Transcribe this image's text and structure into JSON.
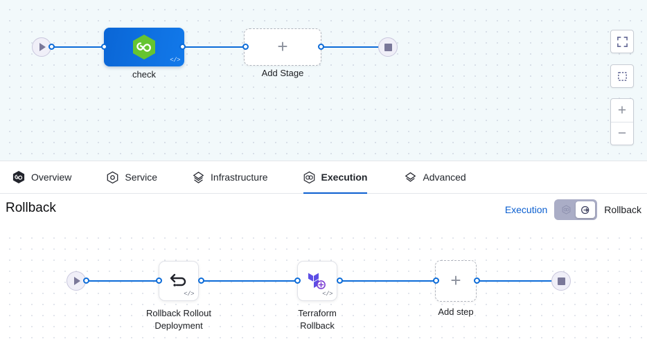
{
  "top_canvas": {
    "nodes": [
      {
        "type": "start",
        "name": "pipeline-start-node",
        "icon": "play-icon"
      },
      {
        "type": "stage",
        "name": "stage-check",
        "label": "check",
        "icon": "harness-hexagon-icon",
        "badge": "code-icon"
      },
      {
        "type": "add",
        "name": "add-stage-node",
        "label": "Add Stage",
        "icon": "plus-icon"
      },
      {
        "type": "end",
        "name": "pipeline-end-node",
        "icon": "stop-icon"
      }
    ],
    "controls": [
      {
        "name": "fit-to-screen-button",
        "icon": "expand-corners-icon"
      },
      {
        "name": "selection-box-button",
        "icon": "dashed-square-icon"
      },
      {
        "name": "zoom-in-button",
        "icon": "plus-icon",
        "label": "+"
      },
      {
        "name": "zoom-out-button",
        "icon": "minus-icon",
        "label": "−"
      }
    ]
  },
  "tabs": [
    {
      "label": "Overview",
      "icon": "harness-hexagon-icon",
      "active": false
    },
    {
      "label": "Service",
      "icon": "service-hexagon-icon",
      "active": false
    },
    {
      "label": "Infrastructure",
      "icon": "layers-diamond-icon",
      "active": false
    },
    {
      "label": "Execution",
      "icon": "execution-icon",
      "active": true
    },
    {
      "label": "Advanced",
      "icon": "advanced-layers-icon",
      "active": false
    }
  ],
  "rollback_header": {
    "title": "Rollback",
    "toggle": {
      "left_label": "Execution",
      "right_label": "Rollback",
      "selected": "Rollback",
      "left_icon": "execution-icon",
      "right_icon": "rollback-arrow-icon"
    }
  },
  "bottom_canvas": {
    "nodes": [
      {
        "type": "start",
        "name": "rollback-start-node",
        "icon": "play-icon"
      },
      {
        "type": "step",
        "name": "step-rollback-rollout-deployment",
        "label_line1": "Rollback Rollout",
        "label_line2": "Deployment",
        "icon": "undo-arrow-icon",
        "badge": "code-icon"
      },
      {
        "type": "step",
        "name": "step-terraform-rollback",
        "label_line1": "Terraform",
        "label_line2": "Rollback",
        "icon": "terraform-icon",
        "badge": "code-icon"
      },
      {
        "type": "add",
        "name": "add-step-node",
        "label": "Add step",
        "icon": "plus-icon"
      },
      {
        "type": "end",
        "name": "rollback-end-node",
        "icon": "stop-icon"
      }
    ]
  },
  "colors": {
    "edge": "#0b6bd8",
    "accent": "#0b5fd0",
    "stage_blue": "#0a66d6",
    "harness_green": "#6cc24a",
    "terraform_purple": "#5c4ee5",
    "canvas_top": "#f2f9fb",
    "canvas_bottom": "#ffffff"
  }
}
